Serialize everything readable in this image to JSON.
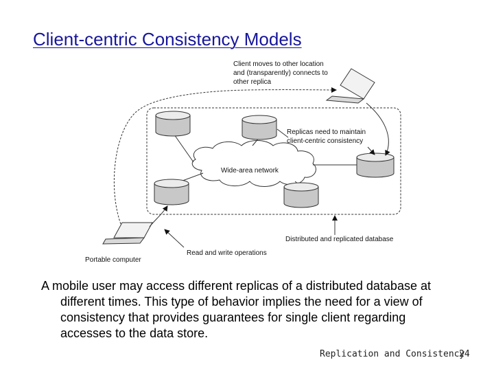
{
  "slide": {
    "title": "Client-centric Consistency Models",
    "body": "A mobile user may access different replicas of a distributed database at different times. This type of behavior implies the need for a view of consistency that provides guarantees for single client regarding accesses to the data store.",
    "footer_left": "Replication and Consistency",
    "page_number": "24"
  },
  "figure": {
    "labels": {
      "client_moves": [
        "Client moves to other location",
        "and (transparently) connects to",
        "other replica"
      ],
      "replicas_need": [
        "Replicas need to maintain",
        "client-centric consistency"
      ],
      "network": "Wide-area network",
      "distributed_db": "Distributed and replicated database",
      "read_write": "Read and write operations",
      "portable_computer": "Portable computer"
    }
  }
}
